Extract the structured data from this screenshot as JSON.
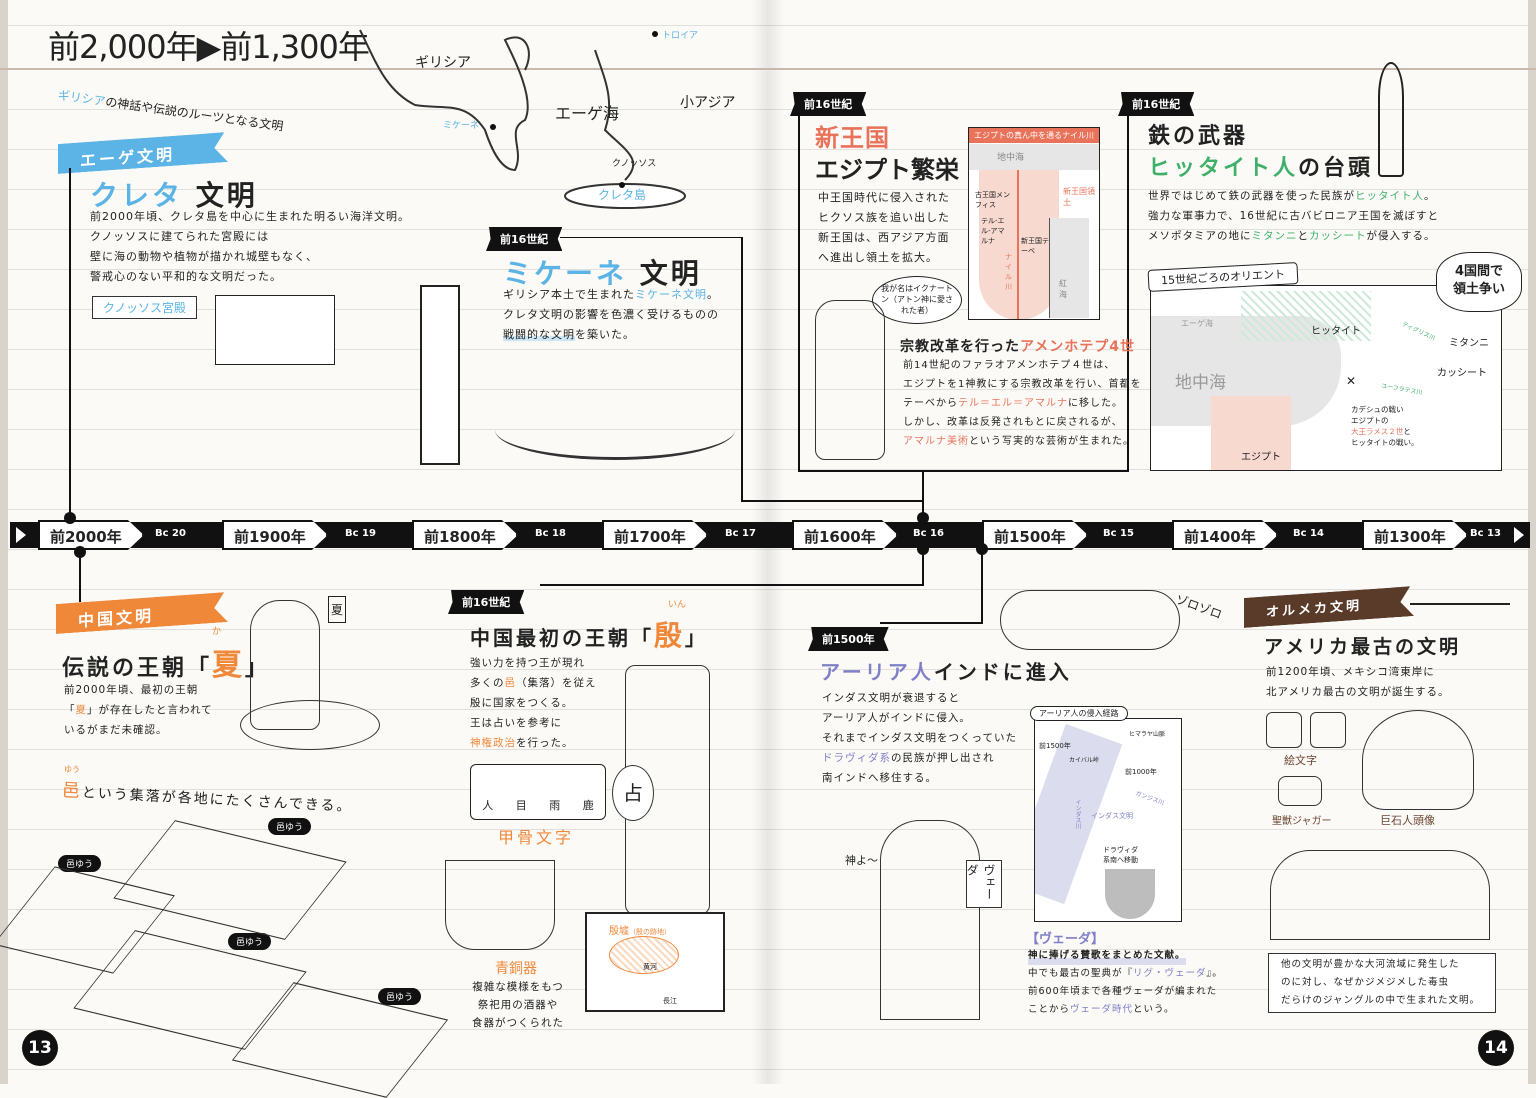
{
  "header": {
    "title": "前2,000年▶前1,300年"
  },
  "pages": {
    "left": "13",
    "right": "14"
  },
  "colors": {
    "blue": "#5bb4e5",
    "orange": "#f0883a",
    "salmon": "#e8735a",
    "green": "#3fb06a",
    "purple": "#8080c8",
    "brown": "#6a4430"
  },
  "aegean": {
    "subtitle_a": "ギリシア",
    "subtitle_b": "の神話や伝説のルーツとなる文明",
    "flag": "エーゲ文明",
    "title_a": "クレタ",
    "title_b": "文明",
    "lines": [
      "前2000年頃、クレタ島を中心に生まれた明るい海洋文明。",
      "クノッソスに建てられた宮殿には",
      "壁に海の動物や植物が描かれ城壁もなく、",
      "警戒心のない平和的な文明だった。"
    ],
    "palace_label": "クノッソス宮殿",
    "map": {
      "greece": "ギリシア",
      "aegean_sea": "エーゲ海",
      "asia_minor": "小アジア",
      "troy": "トロイア",
      "mycenae": "ミケーネ",
      "knossos": "クノッソス",
      "crete": "クレタ島"
    }
  },
  "mycenae": {
    "tag": "前16世紀",
    "title_a": "ミケーネ",
    "title_b": "文明",
    "line1_a": "ギリシア本土で生まれた",
    "line1_b": "ミケーネ文明",
    "line1_c": "。",
    "line2": "クレタ文明の影響を色濃く受けるものの",
    "line3_a": "戦闘的な文明",
    "line3_b": "を築いた。"
  },
  "egypt": {
    "tag": "前16世紀",
    "title_a": "新王国",
    "title_b": "エジプト繁栄",
    "lines": [
      "中王国時代に侵入された",
      "ヒクソス族を追い出した",
      "新王国は、西アジア方面",
      "へ進出し領土を拡大。"
    ],
    "map": {
      "title": "エジプトの真ん中を通るナイル川",
      "med": "地中海",
      "territory": "新王国領土",
      "memphis": "古王国メンフィス",
      "amarna": "テル-エル-アマルナ",
      "thebes": "新王国テーベ",
      "nile": "ナイル川",
      "red_sea": "紅海"
    },
    "speech": "我が名はイクナートン（アトン神に愛された者）",
    "sub_a": "宗教改革を行った",
    "sub_b": "アメンホテプ4世",
    "p1": "前14世紀のファラオアメンホテプ４世は、",
    "p2": "エジプトを1神教にする宗教改革を行い、首都を",
    "p3_a": "テーベから",
    "p3_b": "テル＝エル＝アマルナ",
    "p3_c": "に移した。",
    "p4": "しかし、改革は反発されもとに戻されるが、",
    "p5_a": "アマルナ美術",
    "p5_b": "という写実的な芸術が生まれた。"
  },
  "hittite": {
    "tag": "前16世紀",
    "title1": "鉄の武器",
    "title2_a": "ヒッタイト人",
    "title2_b": "の台頭",
    "l1_a": "世界ではじめて鉄の武器を使った民族が",
    "l1_b": "ヒッタイト人",
    "l1_c": "。",
    "l2": "強力な軍事力で、16世紀に古バビロニア王国を滅ぼすと",
    "l3_a": "メソポタミアの地に",
    "l3_b": "ミタンニ",
    "l3_c": "と",
    "l3_d": "カッシート",
    "l3_e": "が侵入する。",
    "burst": "4国間で領土争い",
    "map": {
      "banner": "15世紀ごろのオリエント",
      "aegean": "エーゲ海",
      "med": "地中海",
      "hittite": "ヒッタイト",
      "mitanni": "ミタンニ",
      "kassite": "カッシート",
      "egypt": "エジプト",
      "tigris": "ティグリス川",
      "euphrates": "ユーフラテス川",
      "kadesh1": "カデシュの戦い",
      "kadesh2": "エジプトの",
      "kadesh3": "大王ラメス２世",
      "kadesh4": "と",
      "kadesh5": "ヒッタイトの戦い。"
    }
  },
  "timeline": {
    "years": [
      "前2000年",
      "前1900年",
      "前1800年",
      "前1700年",
      "前1600年",
      "前1500年",
      "前1400年",
      "前1300年"
    ],
    "bc": [
      "Bc 20",
      "Bc 19",
      "Bc 18",
      "Bc 17",
      "Bc 16",
      "Bc 15",
      "Bc 14",
      "Bc 13"
    ]
  },
  "china": {
    "flag": "中国文明",
    "title_a": "伝説の王朝「",
    "title_b": "夏",
    "title_c": "」",
    "ruby": "か",
    "l1": "前2000年頃、最初の王朝",
    "l2_a": "「",
    "l2_b": "夏",
    "l2_c": "」が存在したと言われて",
    "l3": "いるがまだ未確認。",
    "sign": "夏",
    "settle_a": "邑",
    "settle_ruby": "ゆう",
    "settle_b": "という集落が各地にたくさんできる。",
    "bubble": "邑ゆう"
  },
  "yin": {
    "tag": "前16世紀",
    "title_a": "中国最初の王朝「",
    "title_b": "殷",
    "title_c": "」",
    "ruby": "いん",
    "l1": "強い力を持つ王が現れ",
    "l2_a": "多くの",
    "l2_b": "邑",
    "l2_c": "（集落）を従え",
    "l3": "殷に国家をつくる。",
    "l4": "王は占いを参考に",
    "l5_a": "神権政治",
    "l5_b": "を行った。",
    "glyphs": [
      "人",
      "目",
      "雨",
      "鹿"
    ],
    "oracle": "甲骨文字",
    "bronze": "青銅器",
    "bronze_lines": [
      "複雑な模様をもつ",
      "祭祀用の酒器や",
      "食器がつくられた"
    ],
    "map": {
      "ruins": "殷墟",
      "ruins_note": "（殷の跡地）",
      "yellow": "黄河",
      "yangtze": "長江"
    },
    "stamp": "占"
  },
  "aryan": {
    "tag": "前1500年",
    "title_a": "アーリア人",
    "title_b": "インドに進入",
    "zoro": "ゾロゾロ",
    "l1": "インダス文明が衰退すると",
    "l2": "アーリア人がインドに侵入。",
    "l3": "それまでインダス文明をつくっていた",
    "l4_a": "ドラヴィダ系",
    "l4_b": "の民族が押し出され",
    "l5": "南インドへ移住する。",
    "map": {
      "title": "アーリア人の侵入経路",
      "y1500": "前1500年",
      "y1000": "前1000年",
      "himalaya": "ヒマラヤ山脈",
      "khyber": "カイバル峠",
      "indus_civ": "インダス文明",
      "indus": "インダス川",
      "ganges": "ガンジス川",
      "dravida": "ドラヴィダ系南へ移動"
    },
    "god": "神よ〜",
    "scroll": "ヴェーダ",
    "veda_title": "【ヴェーダ】",
    "v1": "神に捧げる賛歌をまとめた文献。",
    "v2_a": "中でも最古の聖典が『",
    "v2_b": "リグ・ヴェーダ",
    "v2_c": "』。",
    "v3": "前600年頃まで各種ヴェーダが編まれた",
    "v4_a": "ことから",
    "v4_b": "ヴェーダ時代",
    "v4_c": "という。"
  },
  "olmec": {
    "flag": "オルメカ文明",
    "title": "アメリカ最古の文明",
    "l1": "前1200年頃、メキシコ湾東岸に",
    "l2": "北アメリカ最古の文明が誕生する。",
    "glyph": "絵文字",
    "jaguar": "聖獣ジャガー",
    "head": "巨石人頭像",
    "note": [
      "他の文明が豊かな大河流域に発生した",
      "のに対し、なぜかジメジメした毒虫",
      "だらけのジャングルの中で生まれた文明。"
    ]
  }
}
